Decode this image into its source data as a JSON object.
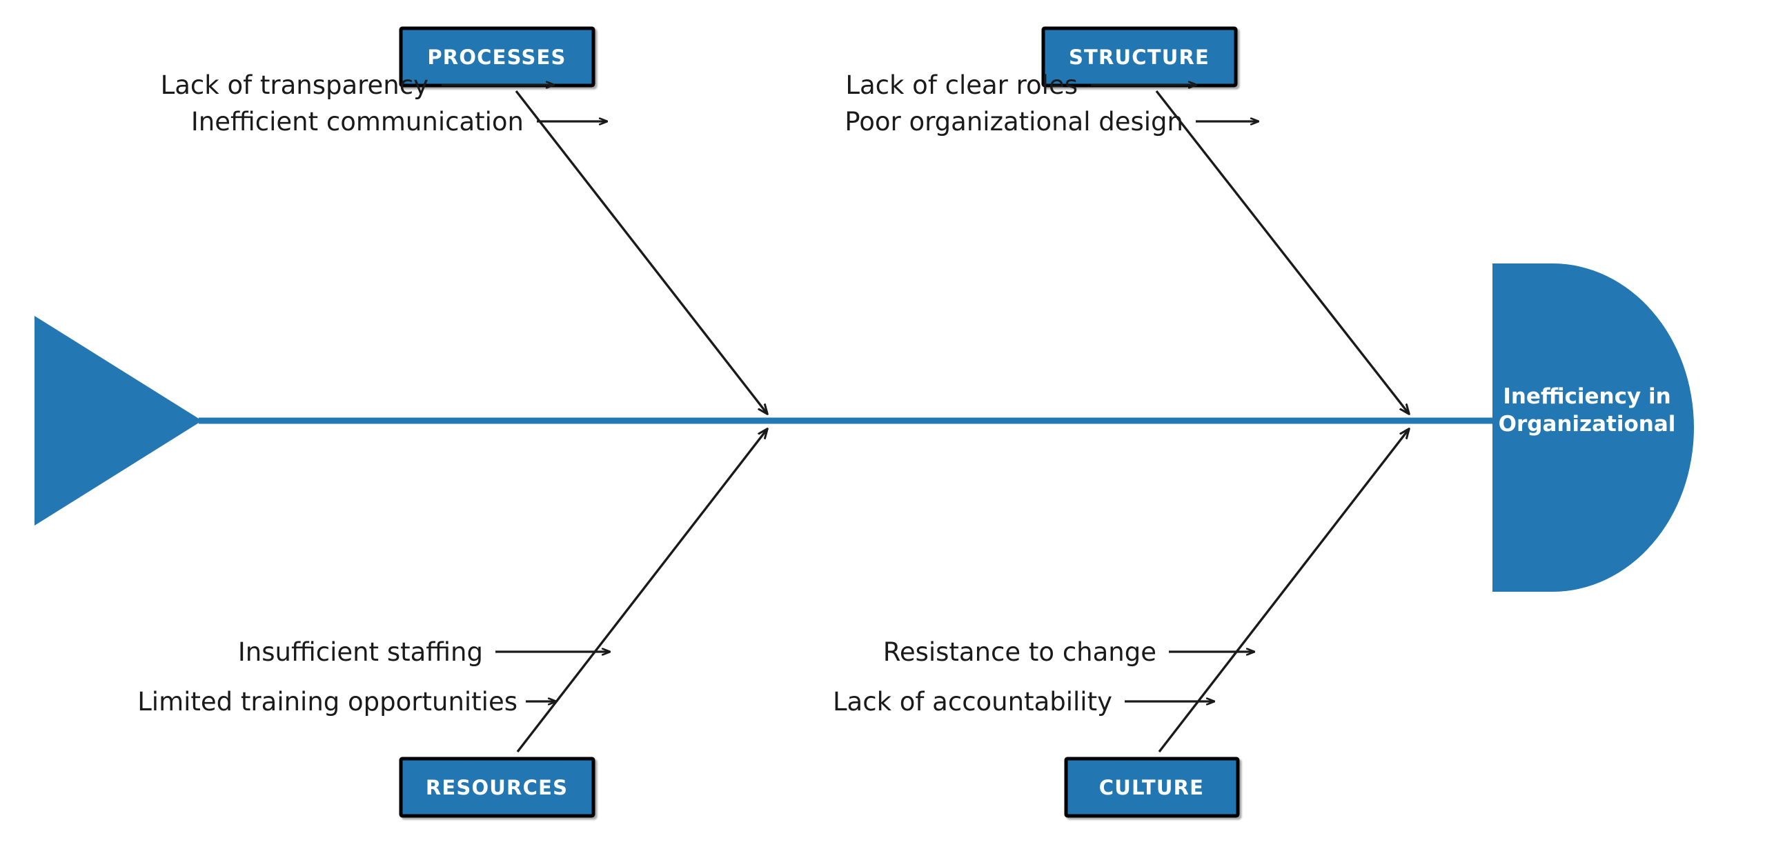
{
  "diagram": {
    "type": "fishbone-ishikawa",
    "title": "",
    "colors": {
      "accent_blue": "#2377b2",
      "spine_blue": "#2377b2",
      "box_border": "#000000",
      "line_black": "#1a1a1a",
      "text_dark": "#1a1a1a",
      "text_light": "#ffffff",
      "background": "#ffffff"
    },
    "head": {
      "problem_line1": "Inefficiency in",
      "problem_line2": "Organizational"
    },
    "tail": {
      "shape": "triangle"
    },
    "categories": [
      {
        "id": "processes",
        "label": "PROCESSES",
        "position": "top-left",
        "causes": [
          {
            "text": "Lack of transparency",
            "arrow": "long"
          },
          {
            "text": "Inefficient communication",
            "arrow": "long"
          }
        ]
      },
      {
        "id": "structure",
        "label": "STRUCTURE",
        "position": "top-right",
        "causes": [
          {
            "text": "Lack of clear roles",
            "arrow": "long"
          },
          {
            "text": "Poor organizational design",
            "arrow": "long"
          }
        ]
      },
      {
        "id": "resources",
        "label": "RESOURCES",
        "position": "bottom-left",
        "causes": [
          {
            "text": "Insufficient staffing",
            "arrow": "long"
          },
          {
            "text": "Limited training opportunities",
            "arrow": "short"
          }
        ]
      },
      {
        "id": "culture",
        "label": "CULTURE",
        "position": "bottom-right",
        "causes": [
          {
            "text": "Resistance to change",
            "arrow": "long"
          },
          {
            "text": "Lack of accountability",
            "arrow": "long"
          }
        ]
      }
    ]
  }
}
